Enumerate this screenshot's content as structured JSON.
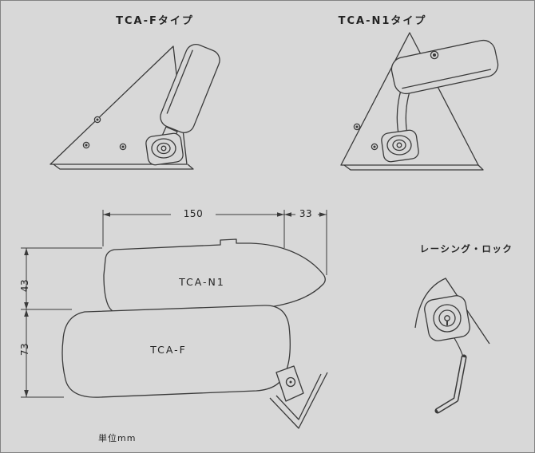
{
  "page": {
    "background": "#d8d8d8",
    "line_color": "#3a3a3a",
    "unit_note": "単位mm"
  },
  "views": {
    "tca_f": {
      "title": "TCA-Fタイプ"
    },
    "tca_n1": {
      "title": "TCA-N1タイプ"
    },
    "lock": {
      "title": "レーシング・ロック"
    }
  },
  "dimensions": {
    "length_main": "150",
    "length_offset": "33",
    "height_n1": "43",
    "height_f": "73",
    "label_n1": "TCA-N1",
    "label_f": "TCA-F"
  }
}
